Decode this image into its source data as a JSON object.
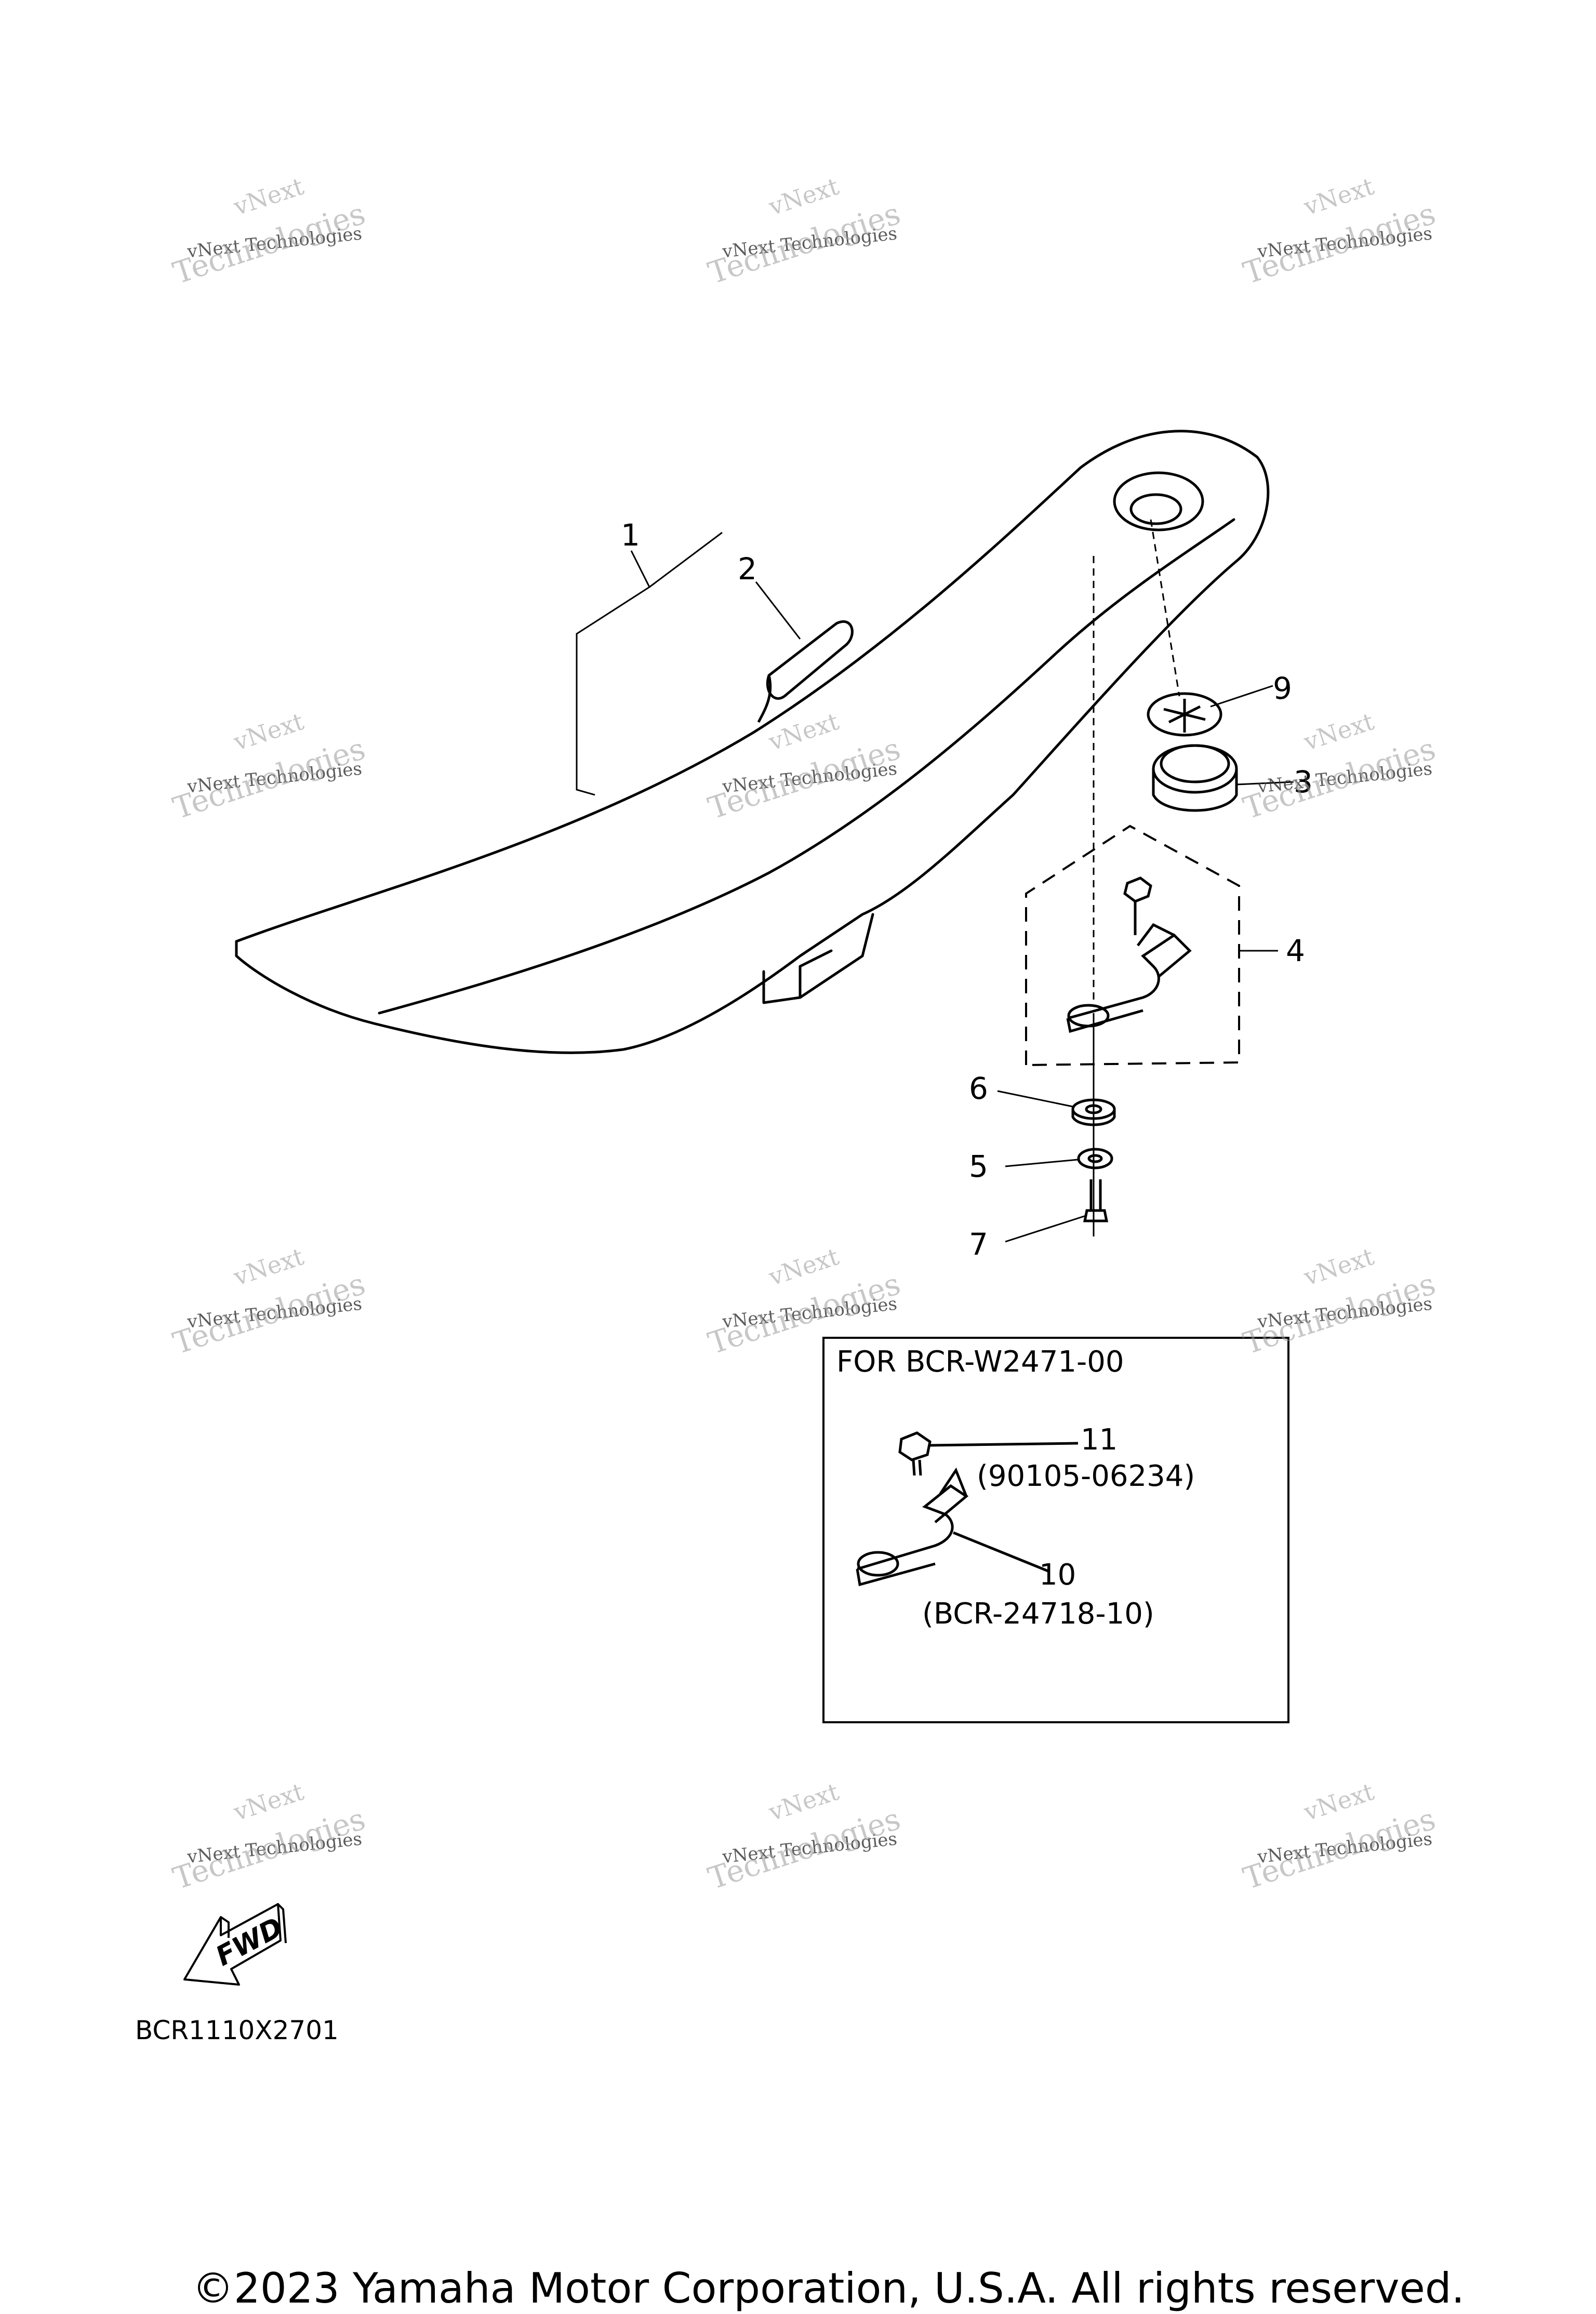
{
  "callouts": [
    "1",
    "2",
    "3",
    "4",
    "5",
    "6",
    "7",
    "9"
  ],
  "inset": {
    "title": "FOR BCR-W2471-00",
    "item_11": "11",
    "item_11_part": "(90105-06234)",
    "item_10": "10",
    "item_10_part": "(BCR-24718-10)"
  },
  "fwd_label": "FWD",
  "diagram_code": "BCR1110X2701",
  "watermark": {
    "line1": "vNext",
    "line2": "vNext Technologies",
    "line3": "Technologies"
  },
  "copyright": "©2023 Yamaha Motor Corporation, U.S.A. All rights reserved."
}
